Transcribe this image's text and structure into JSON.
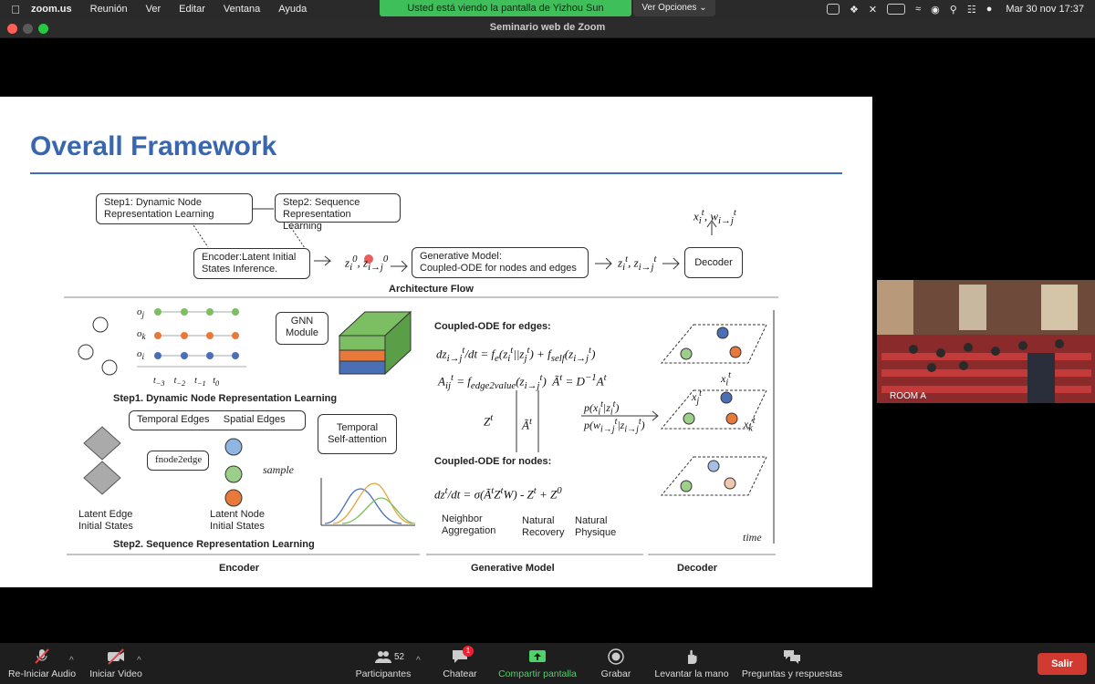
{
  "menubar": {
    "app": "zoom.us",
    "items": [
      "Reunión",
      "Ver",
      "Editar",
      "Ventana",
      "Ayuda"
    ],
    "share_banner": "Usted está viendo la pantalla de Yizhou Sun",
    "view_options": "Ver Opciones",
    "datetime": "Mar 30 nov  17:37"
  },
  "window": {
    "title": "Seminario web de Zoom"
  },
  "slide": {
    "title": "Overall Framework",
    "step1_box": [
      "Step1: Dynamic Node",
      "Representation Learning"
    ],
    "step2_box": [
      "Step2: Sequence",
      "Representation Learning"
    ],
    "encoder_box": [
      "Encoder:Latent Initial",
      "States Inference."
    ],
    "gen_box": [
      "Generative Model:",
      "Coupled-ODE for nodes and edges"
    ],
    "decoder_box": "Decoder",
    "arch_flow": "Architecture Flow",
    "gnn_module": [
      "GNN",
      "Module"
    ],
    "step1_caption": "Step1. Dynamic Node Representation Learning",
    "temporal_edges": "Temporal Edges",
    "spatial_edges": "Spatial Edges",
    "temporal_attn": [
      "Temporal",
      "Self-attention"
    ],
    "sample": "sample",
    "f_node2edge": "fnode2edge",
    "latent_edge": [
      "Latent Edge",
      "Initial States"
    ],
    "latent_node": [
      "Latent Node",
      "Initial States"
    ],
    "step2_caption": "Step2. Sequence Representation Learning",
    "coupled_edges": "Coupled-ODE for edges:",
    "coupled_nodes": "Coupled-ODE for nodes:",
    "neighbor_agg": [
      "Neighbor",
      "Aggregation"
    ],
    "natural_recovery": [
      "Natural",
      "Recovery"
    ],
    "natural_physique": [
      "Natural",
      "Physique"
    ],
    "time": "time",
    "encoder": "Encoder",
    "generative_model": "Generative Model",
    "decoder": "Decoder"
  },
  "camera": {
    "name": "ROOM A"
  },
  "toolbar": {
    "mute": "Re-Iniciar Audio",
    "video": "Iniciar Video",
    "participants": "Participantes",
    "participants_count": "52",
    "chat": "Chatear",
    "chat_badge": "1",
    "share": "Compartir pantalla",
    "record": "Grabar",
    "raise_hand": "Levantar la mano",
    "qa": "Preguntas y respuestas",
    "leave": "Salir"
  },
  "colors": {
    "slide_title": "#3867b0",
    "share_green": "#3fbf5a",
    "leave_red": "#d13a31"
  }
}
